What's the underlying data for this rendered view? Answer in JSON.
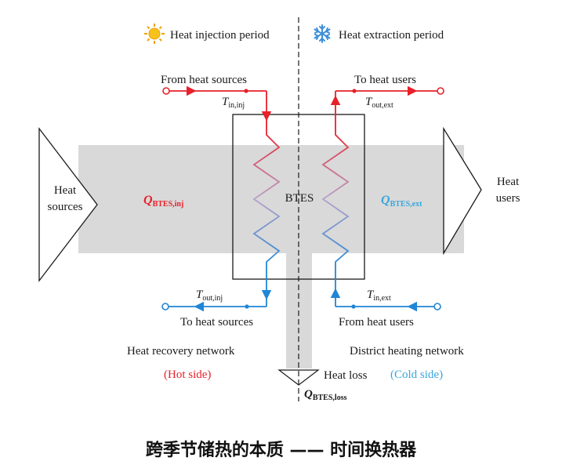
{
  "periods": {
    "injection": {
      "label": "Heat injection period",
      "icon": "sun-icon"
    },
    "extraction": {
      "label": "Heat extraction period",
      "icon": "snowflake-icon"
    }
  },
  "left": {
    "source_label_1": "Heat",
    "source_label_2": "sources",
    "in_label": "From heat sources",
    "out_label": "To heat sources",
    "t_in": {
      "base": "T",
      "sub": "in,inj"
    },
    "t_out": {
      "base": "T",
      "sub": "out,inj"
    },
    "q": {
      "base": "Q",
      "sub": "BTES,inj"
    },
    "network": "Heat recovery network",
    "side": "(Hot side)"
  },
  "right": {
    "user_label_1": "Heat",
    "user_label_2": "users",
    "out_label": "To heat users",
    "in_label": "From heat users",
    "t_out": {
      "base": "T",
      "sub": "out,ext"
    },
    "t_in": {
      "base": "T",
      "sub": "in,ext"
    },
    "q": {
      "base": "Q",
      "sub": "BTES,ext"
    },
    "network": "District heating network",
    "side": "(Cold side)"
  },
  "center": {
    "btes": "BTES",
    "loss": "Heat loss",
    "q_loss": {
      "base": "Q",
      "sub": "BTES,loss"
    }
  },
  "caption": "跨季节储热的本质 —— 时间换热器",
  "colors": {
    "hot": "#e8202a",
    "cold": "#1f86d6",
    "cold_text": "#3aa6dc",
    "band": "#d9d9d9",
    "line": "#1a1a1a"
  }
}
